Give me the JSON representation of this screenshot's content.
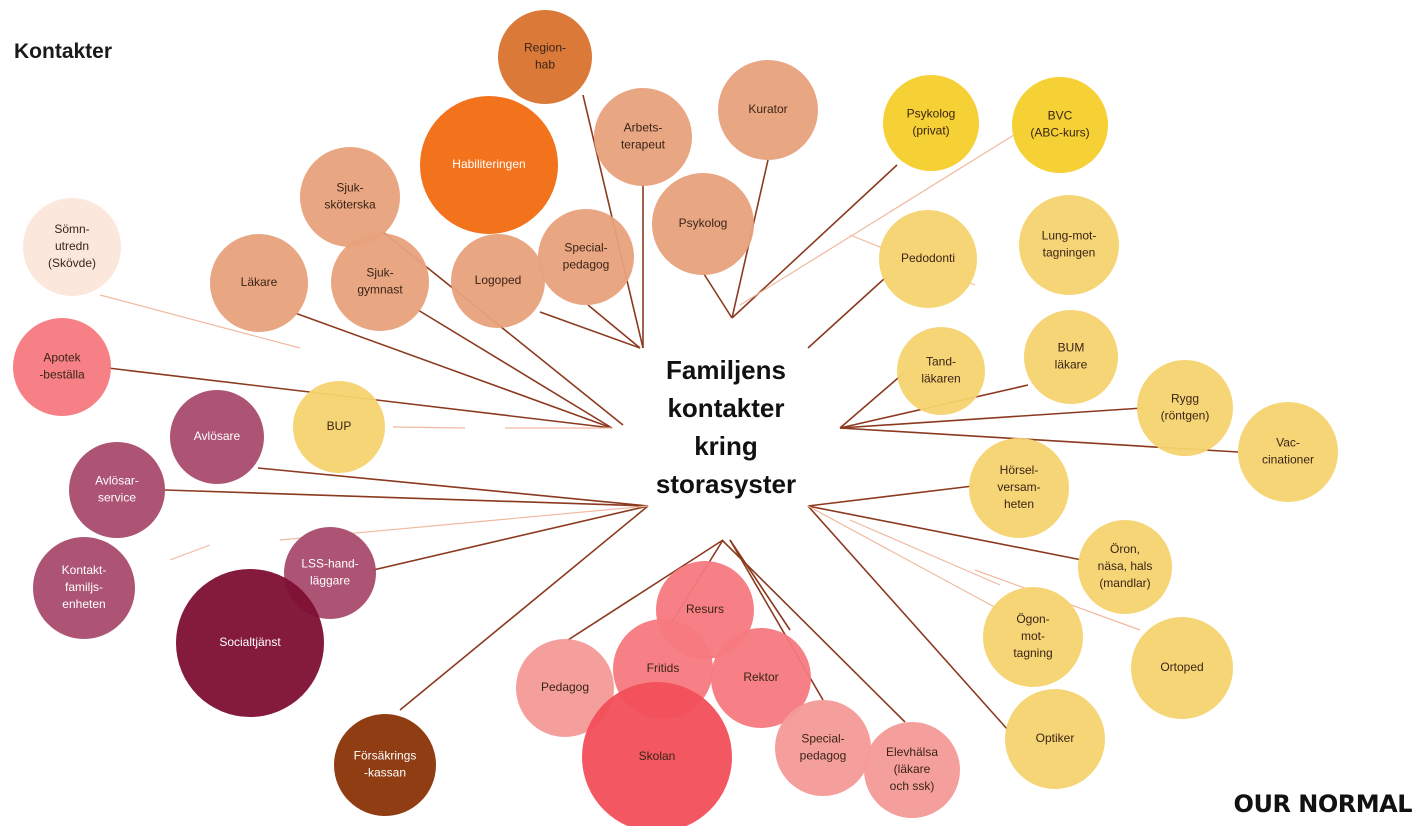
{
  "title": "Kontakter",
  "brand": "OUR NORMAL",
  "center": {
    "lines": [
      "Familjens",
      "kontakter",
      "kring",
      "storasyster"
    ]
  },
  "colors": {
    "line": "#8b3a1f",
    "faint": "#f0b9a0",
    "peach": "#e8a17c",
    "orange_dark": "#d9722e",
    "orange": "#f26a10",
    "yellow": "#f4cf2a",
    "yellow_light": "#f6d36f",
    "pink": "#f6797e",
    "pink_light": "#f49a98",
    "red": "#f24e58",
    "rose": "#a94b6d",
    "wine": "#7d0f33",
    "brown": "#8a3307",
    "pale": "#fbe6da"
  },
  "nodes": [
    {
      "id": "regionhab",
      "lines": [
        "Region-",
        "hab"
      ],
      "color": "orange_dark",
      "text": "dark"
    },
    {
      "id": "arbetsterapeut",
      "lines": [
        "Arbets-",
        "terapeut"
      ],
      "color": "peach",
      "text": "dark"
    },
    {
      "id": "kurator",
      "lines": [
        "Kurator"
      ],
      "color": "peach",
      "text": "dark"
    },
    {
      "id": "habiliteringen",
      "lines": [
        "Habiliteringen"
      ],
      "color": "orange",
      "text": "white"
    },
    {
      "id": "sjukskoterska",
      "lines": [
        "Sjuk-",
        "sköterska"
      ],
      "color": "peach",
      "text": "dark"
    },
    {
      "id": "psykolog",
      "lines": [
        "Psykolog"
      ],
      "color": "peach",
      "text": "dark"
    },
    {
      "id": "specialpedagog_top",
      "lines": [
        "Special-",
        "pedagog"
      ],
      "color": "peach",
      "text": "dark"
    },
    {
      "id": "logoped",
      "lines": [
        "Logoped"
      ],
      "color": "peach",
      "text": "dark"
    },
    {
      "id": "sjukgymnast",
      "lines": [
        "Sjuk-",
        "gymnast"
      ],
      "color": "peach",
      "text": "dark"
    },
    {
      "id": "lakare",
      "lines": [
        "Läkare"
      ],
      "color": "peach",
      "text": "dark"
    },
    {
      "id": "somnutredn",
      "lines": [
        "Sömn-",
        "utredn",
        "(Skövde)"
      ],
      "color": "pale",
      "text": "dark"
    },
    {
      "id": "apotek",
      "lines": [
        "Apotek",
        "-beställa"
      ],
      "color": "pink",
      "text": "dark"
    },
    {
      "id": "bup",
      "lines": [
        "BUP"
      ],
      "color": "yellow_light",
      "text": "dark"
    },
    {
      "id": "avlosare",
      "lines": [
        "Avlösare"
      ],
      "color": "rose",
      "text": "white"
    },
    {
      "id": "avlosarservice",
      "lines": [
        "Avlösar-",
        "service"
      ],
      "color": "rose",
      "text": "white"
    },
    {
      "id": "kontakt",
      "lines": [
        "Kontakt-",
        "familjs-",
        "enheten"
      ],
      "color": "rose",
      "text": "white"
    },
    {
      "id": "lss",
      "lines": [
        "LSS-hand-",
        "läggare"
      ],
      "color": "rose",
      "text": "white"
    },
    {
      "id": "socialtjanst",
      "lines": [
        "Socialtjänst"
      ],
      "color": "wine",
      "text": "white"
    },
    {
      "id": "forsakring",
      "lines": [
        "Försäkrings",
        "-kassan"
      ],
      "color": "brown",
      "text": "white"
    },
    {
      "id": "resurs",
      "lines": [
        "Resurs"
      ],
      "color": "pink",
      "text": "dark"
    },
    {
      "id": "fritids",
      "lines": [
        "Fritids"
      ],
      "color": "pink",
      "text": "dark"
    },
    {
      "id": "rektor",
      "lines": [
        "Rektor"
      ],
      "color": "pink",
      "text": "dark"
    },
    {
      "id": "pedagog",
      "lines": [
        "Pedagog"
      ],
      "color": "pink_light",
      "text": "dark"
    },
    {
      "id": "skolan",
      "lines": [
        "Skolan"
      ],
      "color": "red",
      "text": "dark"
    },
    {
      "id": "specialpedagog_bottom",
      "lines": [
        "Special-",
        "pedagog"
      ],
      "color": "pink_light",
      "text": "dark"
    },
    {
      "id": "elevhalsa",
      "lines": [
        "Elevhälsa",
        "(läkare",
        "och ssk)"
      ],
      "color": "pink_light",
      "text": "dark"
    },
    {
      "id": "psykolog_privat",
      "lines": [
        "Psykolog",
        "(privat)"
      ],
      "color": "yellow",
      "text": "dark"
    },
    {
      "id": "bvc",
      "lines": [
        "BVC",
        "(ABC-kurs)"
      ],
      "color": "yellow",
      "text": "dark"
    },
    {
      "id": "pedodonti",
      "lines": [
        "Pedodonti"
      ],
      "color": "yellow_light",
      "text": "dark"
    },
    {
      "id": "lungmottagningen",
      "lines": [
        "Lung-mot-",
        "tagningen"
      ],
      "color": "yellow_light",
      "text": "dark"
    },
    {
      "id": "tandlakaren",
      "lines": [
        "Tand-",
        "läkaren"
      ],
      "color": "yellow_light",
      "text": "dark"
    },
    {
      "id": "bum",
      "lines": [
        "BUM",
        "läkare"
      ],
      "color": "yellow_light",
      "text": "dark"
    },
    {
      "id": "rygg",
      "lines": [
        "Rygg",
        "(röntgen)"
      ],
      "color": "yellow_light",
      "text": "dark"
    },
    {
      "id": "vaccinationer",
      "lines": [
        "Vac-",
        "cinationer"
      ],
      "color": "yellow_light",
      "text": "dark"
    },
    {
      "id": "horsel",
      "lines": [
        "Hörsel-",
        "versam-",
        "heten"
      ],
      "color": "yellow_light",
      "text": "dark"
    },
    {
      "id": "oron",
      "lines": [
        "Öron,",
        "näsa, hals",
        "(mandlar)"
      ],
      "color": "yellow_light",
      "text": "dark"
    },
    {
      "id": "ogon",
      "lines": [
        "Ögon-",
        "mot-",
        "tagning"
      ],
      "color": "yellow_light",
      "text": "dark"
    },
    {
      "id": "ortoped",
      "lines": [
        "Ortoped"
      ],
      "color": "yellow_light",
      "text": "dark"
    },
    {
      "id": "optiker",
      "lines": [
        "Optiker"
      ],
      "color": "yellow_light",
      "text": "dark"
    }
  ]
}
